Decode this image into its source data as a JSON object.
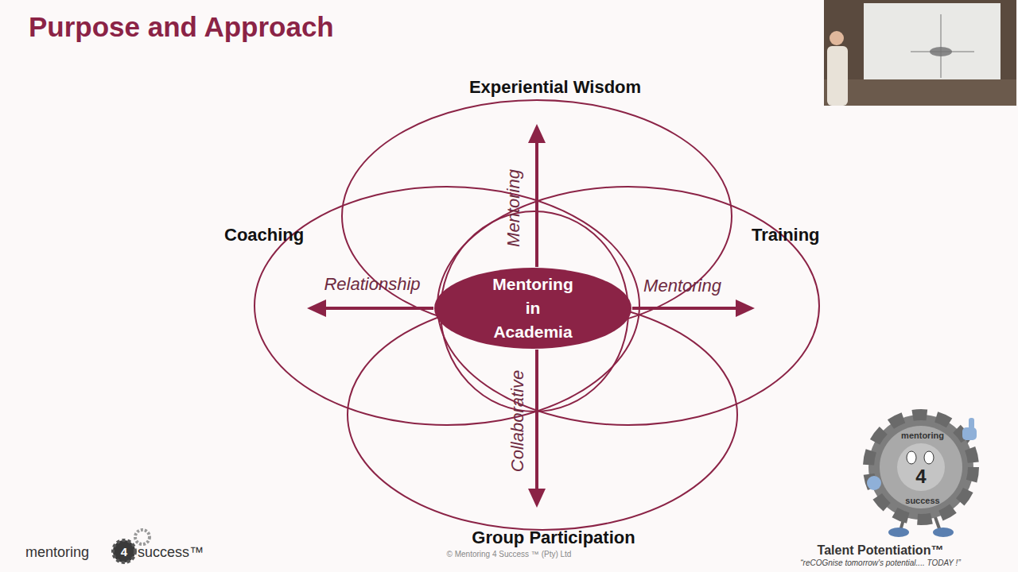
{
  "diagram": {
    "title": "Purpose and Approach",
    "nodes": [
      {
        "text": [
          "Experiential Wisdom"
        ]
      },
      {
        "text": [
          "Coaching"
        ]
      },
      {
        "text": [
          "Mentoring in Academia"
        ]
      },
      {
        "text": [
          "Training"
        ]
      },
      {
        "text": [
          "Group Participation"
        ]
      }
    ],
    "edges": [
      {
        "from": 2,
        "to": 0,
        "arrow": "to",
        "label": "Mentoring"
      },
      {
        "from": 2,
        "to": 1,
        "arrow": "to",
        "label": "Relationship"
      },
      {
        "from": 2,
        "to": 3,
        "arrow": "to",
        "label": "Mentoring"
      },
      {
        "from": 2,
        "to": 4,
        "arrow": "to",
        "label": "Collaborative"
      }
    ],
    "labels": [
      "mentoring",
      "4",
      "success™",
      "© Mentoring 4 Success ™ (Pty) Ltd",
      "mentoring",
      "4",
      "success",
      "Talent Potentiation™",
      "“reCOGnise tomorrow's potential.... TODAY !”"
    ]
  }
}
